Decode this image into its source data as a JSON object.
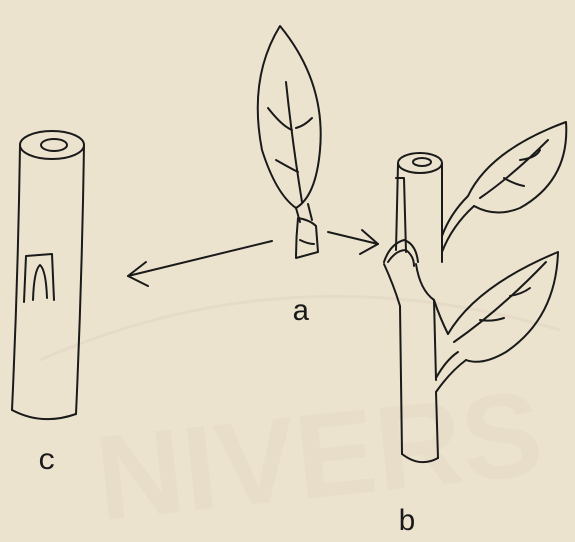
{
  "figure": {
    "labels": {
      "a": "a",
      "b": "b",
      "c": "c"
    },
    "watermark_text": "NIVERS",
    "colors": {
      "background": "#ece3cf",
      "ink": "#1a1a1a",
      "watermark": "#e2d8c4"
    }
  }
}
